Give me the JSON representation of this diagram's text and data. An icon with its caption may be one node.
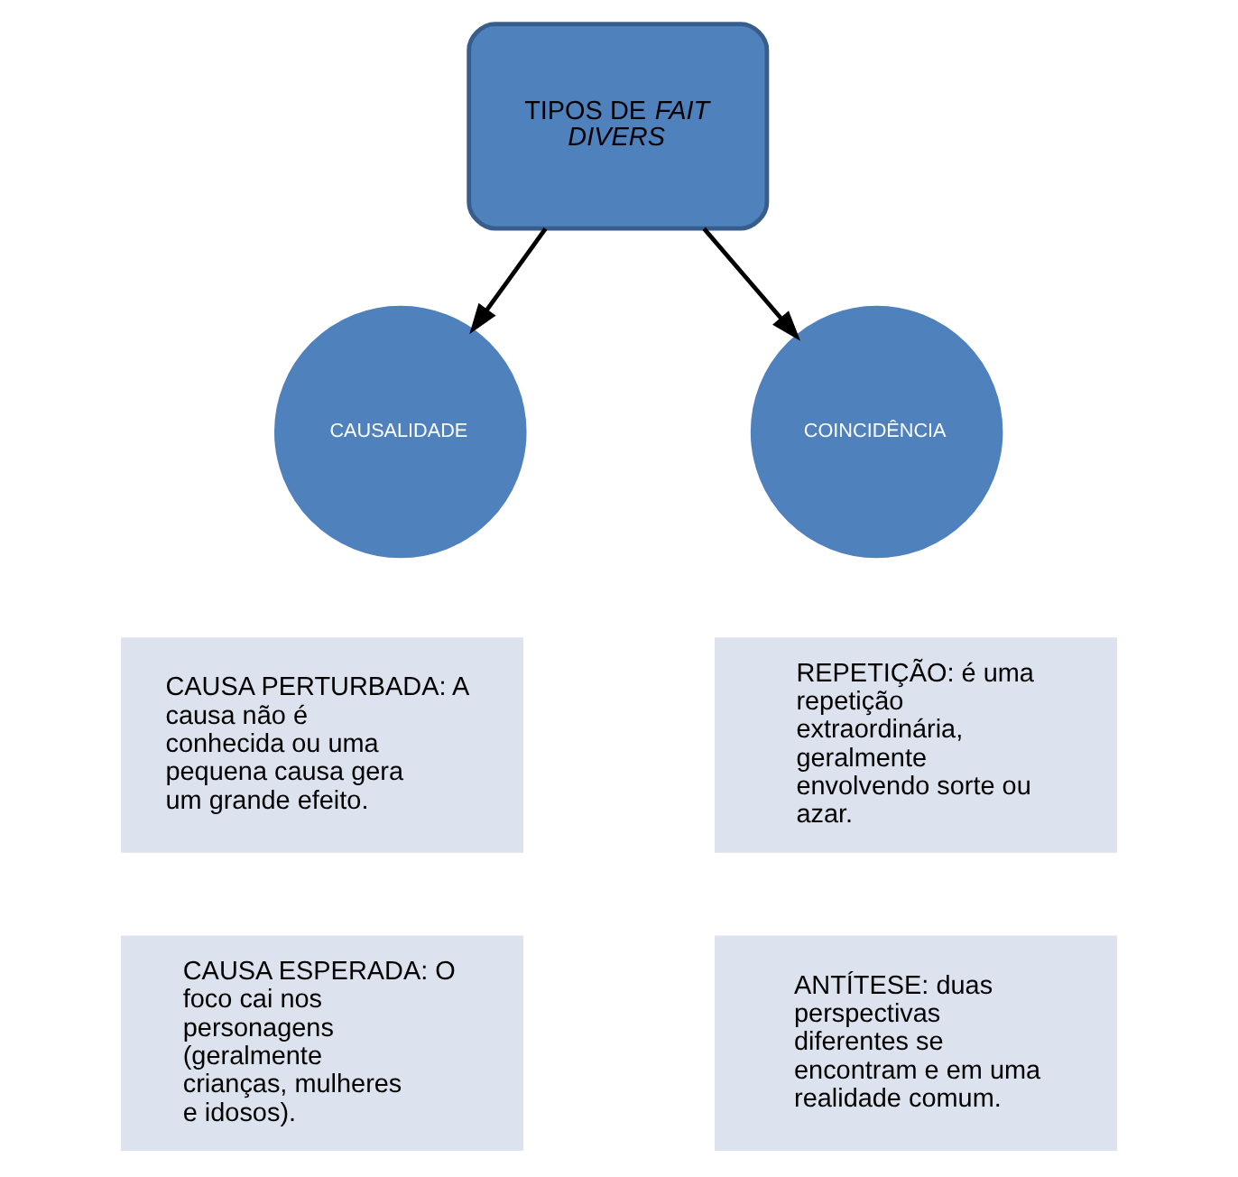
{
  "diagram": {
    "nodes": [
      {
        "text": [
          "TIPOS DE *FAIT DIVERS*"
        ]
      },
      {
        "text": [
          "CAUSALIDADE"
        ]
      },
      {
        "text": [
          "COINCIDÊNCIA"
        ]
      },
      {
        "text": [
          "CAUSA PERTURBADA: A causa não é conhecida ou uma pequena causa gera um grande efeito."
        ]
      },
      {
        "text": [
          "CAUSA ESPERADA: O foco cai nos personagens (geralmente crianças, mulheres e idosos)."
        ]
      },
      {
        "text": [
          "REPETIÇÃO: é uma repetição extraordinária, geralmente envolvendo sorte ou azar."
        ]
      },
      {
        "text": [
          "ANTÍTESE: duas perspectivas diferentes se encontram e em uma realidade comum."
        ]
      }
    ],
    "edges": [
      {
        "from": 0,
        "to": 1,
        "arrow": "to"
      },
      {
        "from": 0,
        "to": 2,
        "arrow": "to"
      }
    ]
  }
}
